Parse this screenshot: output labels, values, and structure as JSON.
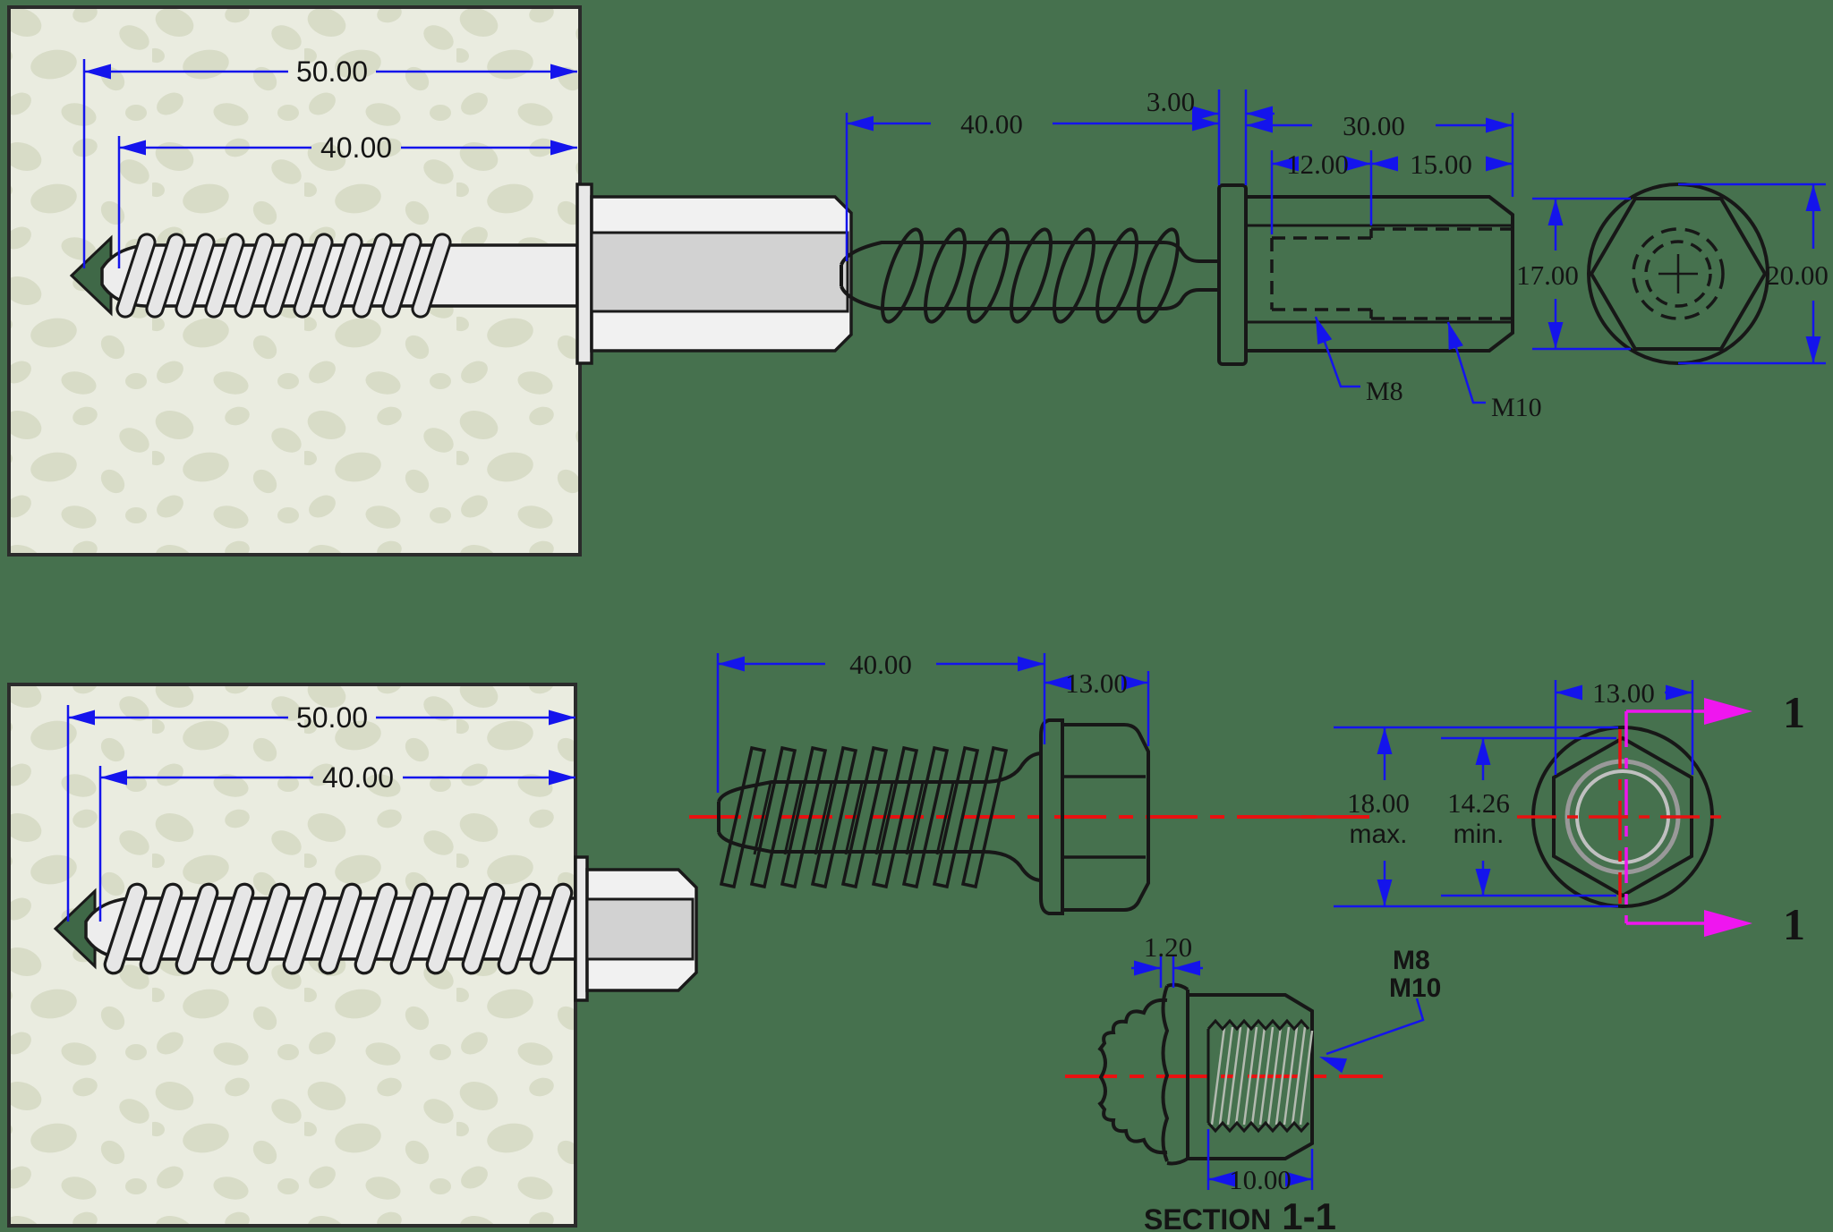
{
  "colors": {
    "background": "#46714e",
    "dimension_blue": "#1414ec",
    "centerline_red": "#e81111",
    "section_magenta": "#ef16ef",
    "drawing_black": "#171717",
    "concrete_base": "#eaece0",
    "concrete_speckle": "#d8dcc7",
    "steel_light": "#f1f1f1",
    "steel_mid": "#d2d2d2",
    "hole_green": "#3f6847",
    "hatch_gray": "#b3bab0"
  },
  "top_installed": {
    "dim_total": "50.00",
    "dim_embed": "40.00"
  },
  "top_side": {
    "dim_thread": "40.00",
    "dim_flange": "3.00",
    "dim_body": "30.00",
    "dim_m8_depth": "12.00",
    "dim_m10_depth": "15.00",
    "label_m8": "M8",
    "label_m10": "M10"
  },
  "top_end": {
    "dim_across_flats": "17.00",
    "dim_outer_dia": "20.00"
  },
  "bottom_installed": {
    "dim_total": "50.00",
    "dim_embed": "40.00"
  },
  "bottom_side": {
    "dim_thread": "40.00",
    "dim_head": "13.00"
  },
  "bottom_end": {
    "dim_across_flats": "13.00",
    "dim_max_val": "18.00",
    "dim_max_qual": "max.",
    "dim_min_val": "14.26",
    "dim_min_qual": "min.",
    "section_marker": "1"
  },
  "section_view": {
    "dim_lip": "1.20",
    "dim_thread_len": "10.00",
    "label_line1": "M8",
    "label_line2": "M10",
    "title_label": "SECTION",
    "title_number": "1-1"
  }
}
